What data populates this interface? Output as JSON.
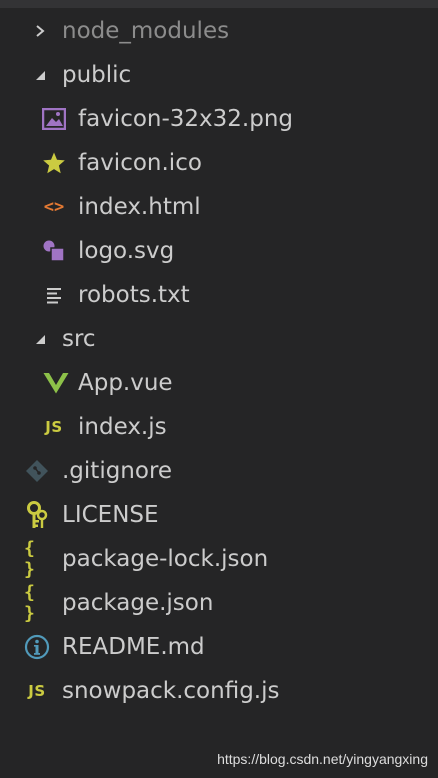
{
  "explorer": {
    "items": [
      {
        "label": "node_modules"
      },
      {
        "label": "public"
      },
      {
        "label": "favicon-32x32.png"
      },
      {
        "label": "favicon.ico"
      },
      {
        "label": "index.html"
      },
      {
        "label": "logo.svg"
      },
      {
        "label": "robots.txt"
      },
      {
        "label": "src"
      },
      {
        "label": "App.vue"
      },
      {
        "label": "index.js"
      },
      {
        "label": ".gitignore"
      },
      {
        "label": "LICENSE"
      },
      {
        "label": "package-lock.json"
      },
      {
        "label": "package.json"
      },
      {
        "label": "README.md"
      },
      {
        "label": "snowpack.config.js"
      }
    ]
  },
  "icons": {
    "js_text": "JS",
    "json_text": "{ }",
    "html_text": "<>"
  },
  "watermark": "https://blog.csdn.net/yingyangxing",
  "colors": {
    "background": "#252526",
    "text": "#cccccc",
    "dim_text": "#8c8c8c",
    "js": "#cbcb41",
    "image": "#a074c4",
    "html": "#e37933",
    "vue": "#8dc149",
    "git": "#41535b",
    "info": "#519aba"
  }
}
